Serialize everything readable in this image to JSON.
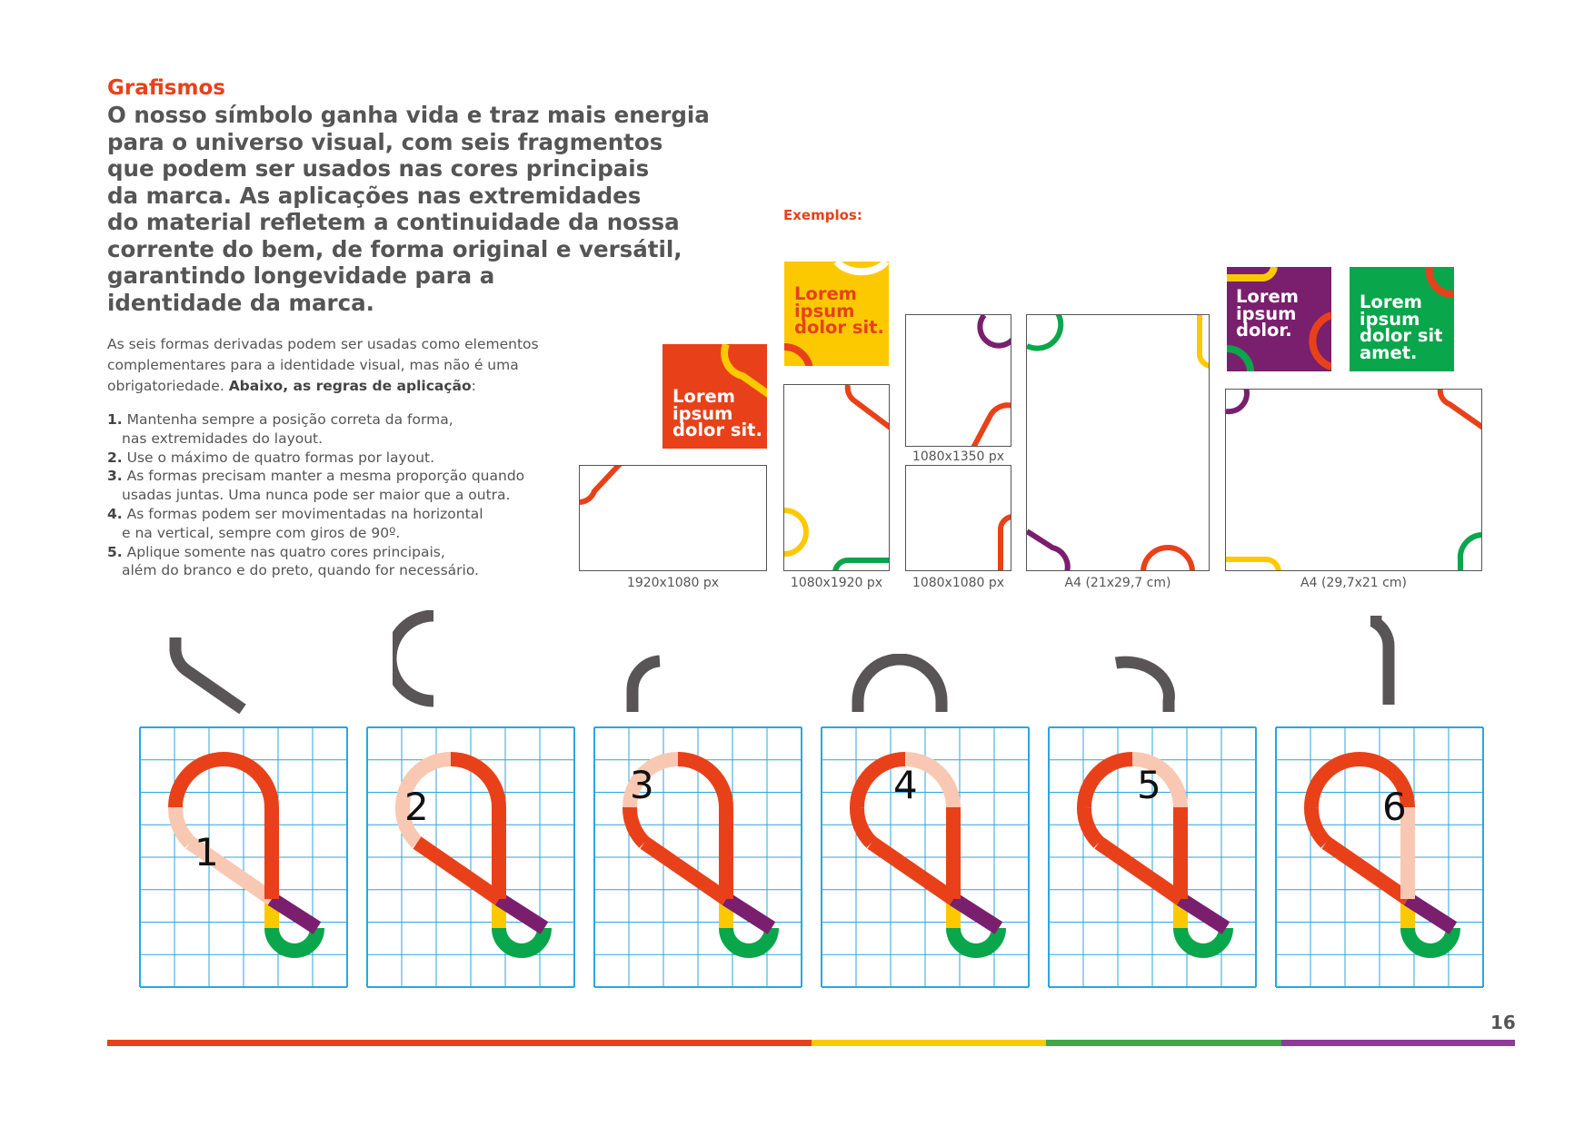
{
  "section_title": "Grafismos",
  "headline_lines": [
    "O nosso símbolo ganha vida e traz mais energia",
    "para o universo visual, com seis fragmentos",
    "que podem ser usados nas cores principais",
    "da marca. As aplicações nas extremidades",
    "do material refletem a continuidade da nossa",
    "corrente do bem, de forma original e versátil,",
    "garantindo longevidade para a",
    "identidade da marca."
  ],
  "intro": {
    "line1": "As seis formas derivadas podem ser usadas como elementos",
    "line2": "complementares para a identidade visual, mas não é uma",
    "line3_plain": "obrigatoriedade. ",
    "line3_bold": "Abaixo, as regras de aplicação",
    "line3_end": ":"
  },
  "rules": [
    {
      "num": "1.",
      "lines": [
        "Mantenha sempre a posição correta da forma,",
        "nas extremidades do layout."
      ]
    },
    {
      "num": "2.",
      "lines": [
        "Use o máximo de quatro formas por layout."
      ]
    },
    {
      "num": "3.",
      "lines": [
        "As formas precisam manter a mesma proporção quando",
        "usadas juntas. Uma nunca pode ser maior que a outra."
      ]
    },
    {
      "num": "4.",
      "lines": [
        "As formas podem ser movimentadas na horizontal",
        "e na vertical, sempre com giros de 90º."
      ]
    },
    {
      "num": "5.",
      "lines": [
        "Aplique somente nas quatro cores principais,",
        "além do branco e do preto, quando for necessário."
      ]
    }
  ],
  "examples_label": "Exemplos:",
  "formats": {
    "f1920x1080": "1920x1080 px",
    "f1080x1920": "1080x1920 px",
    "f1080x1350": "1080x1350 px",
    "f1080x1080": "1080x1080 px",
    "a4_portrait": "A4 (21x29,7 cm)",
    "a4_landscape": "A4 (29,7x21 cm)"
  },
  "tiles": {
    "orange": [
      "Lorem",
      "ipsum",
      "dolor sit."
    ],
    "yellow": [
      "Lorem",
      "ipsum",
      "dolor sit."
    ],
    "purple": [
      "Lorem",
      "ipsum",
      "dolor."
    ],
    "green": [
      "Lorem",
      "ipsum",
      "dolor sit",
      "amet."
    ]
  },
  "fragment_numbers": [
    "1",
    "2",
    "3",
    "4",
    "5",
    "6"
  ],
  "page_number": "16",
  "colors": {
    "orange": "#e8411a",
    "yellow": "#fcc900",
    "green": "#0aa64b",
    "purple": "#7a1f6e",
    "purple_bar": "#8e3b96",
    "peach": "#f9c8b2",
    "grid": "#2ba6de",
    "fragment_gray": "#595556",
    "text": "#555555"
  },
  "color_bar": [
    {
      "color": "#e8411a",
      "share": 0.5
    },
    {
      "color": "#fcc900",
      "share": 0.167
    },
    {
      "color": "#3ea84a",
      "share": 0.167
    },
    {
      "color": "#8e3b96",
      "share": 0.166
    }
  ]
}
